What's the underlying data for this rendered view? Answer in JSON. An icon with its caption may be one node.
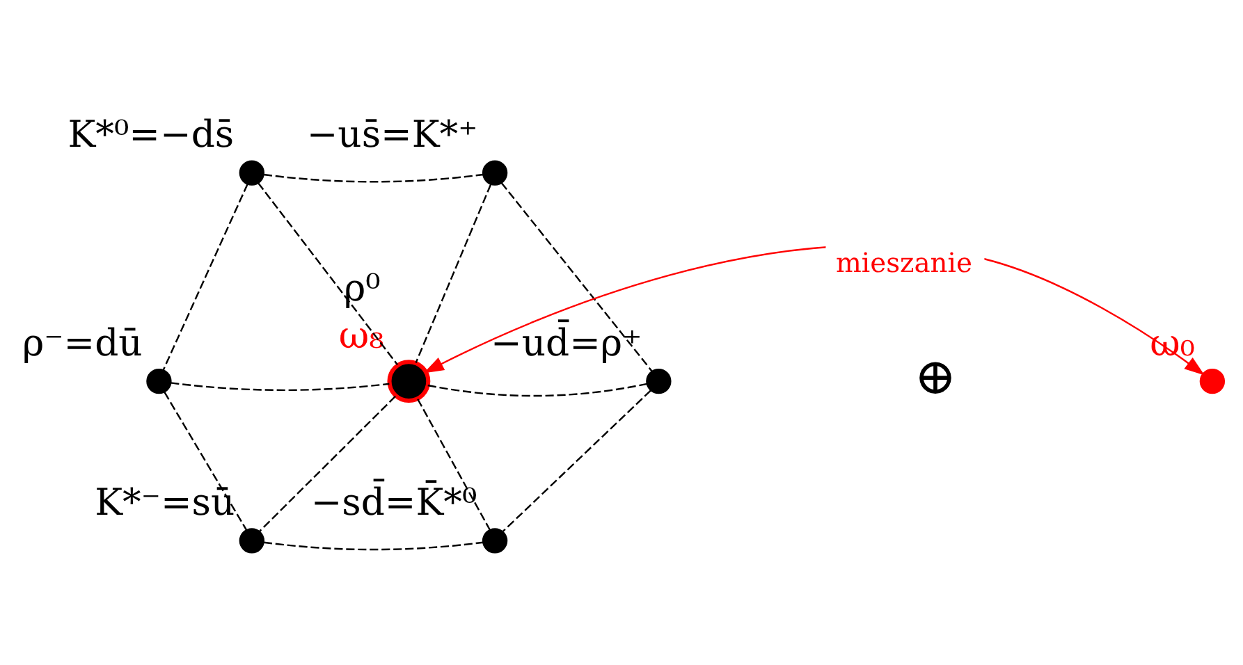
{
  "diagram": {
    "nodes": [
      {
        "text": [],
        "shape": "circle",
        "beside": [
          "K*⁰=−ds̄"
        ]
      },
      {
        "text": [],
        "shape": "circle",
        "beside": [
          "−us̄=K*⁺"
        ]
      },
      {
        "text": [],
        "shape": "circle",
        "beside": [
          "ρ⁻=dū"
        ]
      },
      {
        "text": [],
        "shape": "circle",
        "beside": [
          "ρ⁰",
          "ω₈"
        ]
      },
      {
        "text": [],
        "shape": "circle",
        "beside": [
          "−ud̄=ρ⁺"
        ]
      },
      {
        "text": [],
        "shape": "circle",
        "beside": [
          "ω₀"
        ]
      },
      {
        "text": [],
        "shape": "circle",
        "beside": [
          "K*⁻=sū"
        ]
      },
      {
        "text": [],
        "shape": "circle",
        "beside": [
          "−sd̄=K̄*⁰"
        ]
      }
    ],
    "edges": [
      {
        "from": 0,
        "to": 1,
        "arrow": "none",
        "style": "dashed"
      },
      {
        "from": 0,
        "to": 2,
        "arrow": "none",
        "style": "dashed"
      },
      {
        "from": 0,
        "to": 3,
        "arrow": "none",
        "style": "dashed"
      },
      {
        "from": 1,
        "to": 3,
        "arrow": "none",
        "style": "dashed"
      },
      {
        "from": 1,
        "to": 4,
        "arrow": "none",
        "style": "dashed"
      },
      {
        "from": 2,
        "to": 3,
        "arrow": "none",
        "style": "dashed"
      },
      {
        "from": 3,
        "to": 4,
        "arrow": "none",
        "style": "dashed"
      },
      {
        "from": 2,
        "to": 6,
        "arrow": "none",
        "style": "dashed"
      },
      {
        "from": 3,
        "to": 6,
        "arrow": "none",
        "style": "dashed"
      },
      {
        "from": 3,
        "to": 7,
        "arrow": "none",
        "style": "dashed"
      },
      {
        "from": 4,
        "to": 7,
        "arrow": "none",
        "style": "dashed"
      },
      {
        "from": 6,
        "to": 7,
        "arrow": "none",
        "style": "dashed"
      },
      {
        "from": 3,
        "to": 5,
        "arrow": "both",
        "label": "mieszanie",
        "color": "#ff0000"
      }
    ],
    "labels": [
      "⊕"
    ]
  }
}
